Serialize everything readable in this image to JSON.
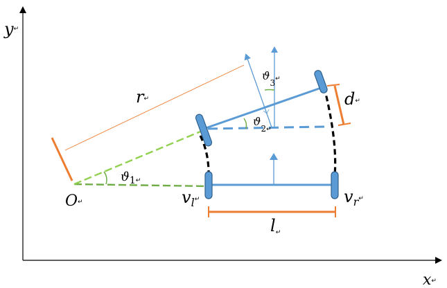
{
  "diagram": {
    "axes": {
      "y_label": "y",
      "x_label": "x"
    },
    "labels": {
      "r": "r",
      "d": "d",
      "O": "O",
      "v_l": {
        "base": "v",
        "sub": "l"
      },
      "v_r": {
        "base": "v",
        "sub": "r"
      },
      "l": "l",
      "theta1": {
        "base": "ϑ",
        "sub": "1"
      },
      "theta2": {
        "base": "ϑ",
        "sub": "2"
      },
      "theta3": {
        "base": "ϑ",
        "sub": "3"
      }
    },
    "paragraph_mark": "↵",
    "colors": {
      "axis": "#000000",
      "robot_blue": "#5b9bd5",
      "wheel_fill": "#5b9bd5",
      "wheel_stroke": "#2e5f8c",
      "dimension_orange": "#ed7d31",
      "radius_green": "#92d050",
      "dark_green": "#70ad47",
      "arc_black": "#000000"
    }
  }
}
